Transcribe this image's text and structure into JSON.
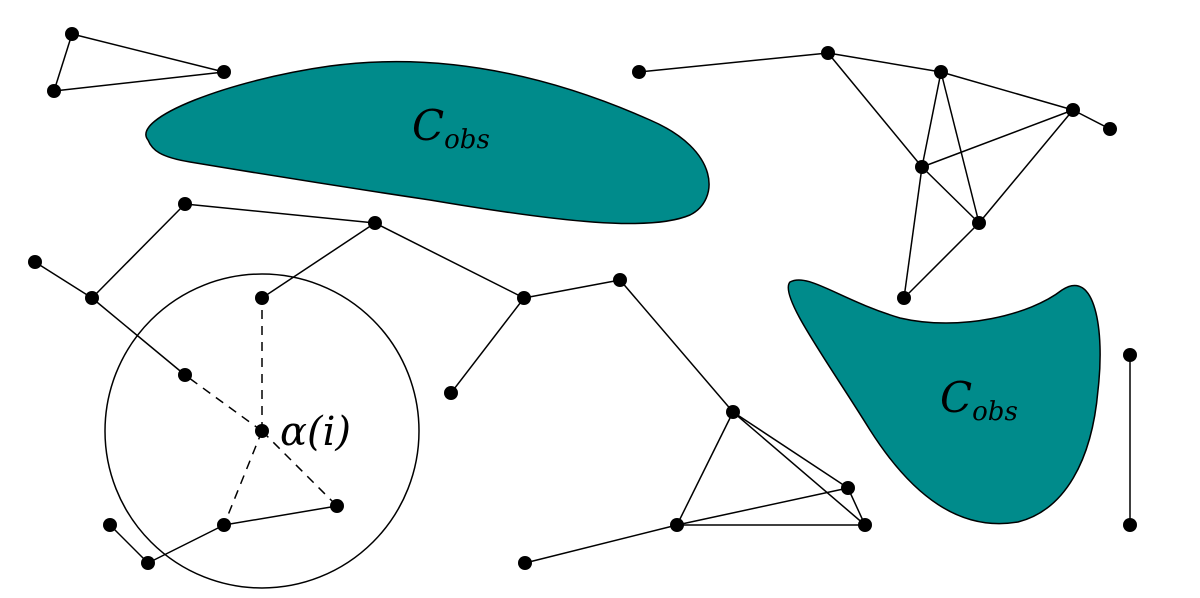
{
  "colors": {
    "obstacle_fill": "#008B8B",
    "stroke": "#000000",
    "node": "#000000",
    "background": "#ffffff"
  },
  "obstacles": [
    {
      "label_main": "C",
      "label_sub": "obs"
    },
    {
      "label_main": "C",
      "label_sub": "obs"
    }
  ],
  "highlight": {
    "node_label": "α(i)"
  }
}
